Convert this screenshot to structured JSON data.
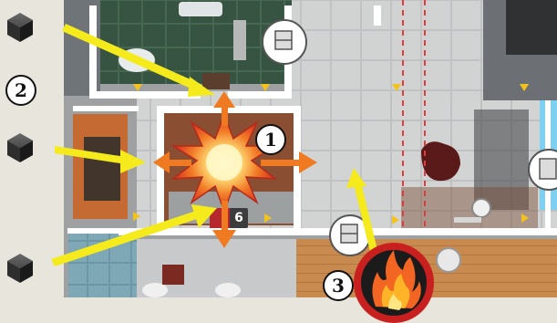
{
  "badges": {
    "one": "1",
    "two": "2",
    "three": "3"
  },
  "tile_label": "6",
  "colors": {
    "board_bg": "#e8e5dd",
    "arrow_yellow": "#f4ea1c",
    "arrow_orange": "#f07a22",
    "fire_ring": "#c8201f",
    "dashed_line": "#e23b3b",
    "wall": "#ffffff",
    "water_blue": "#7fd0f0"
  },
  "icons": [
    "cube-token",
    "explosion-token",
    "fire-token",
    "door-marker",
    "arrow-yellow",
    "arrow-orange"
  ]
}
